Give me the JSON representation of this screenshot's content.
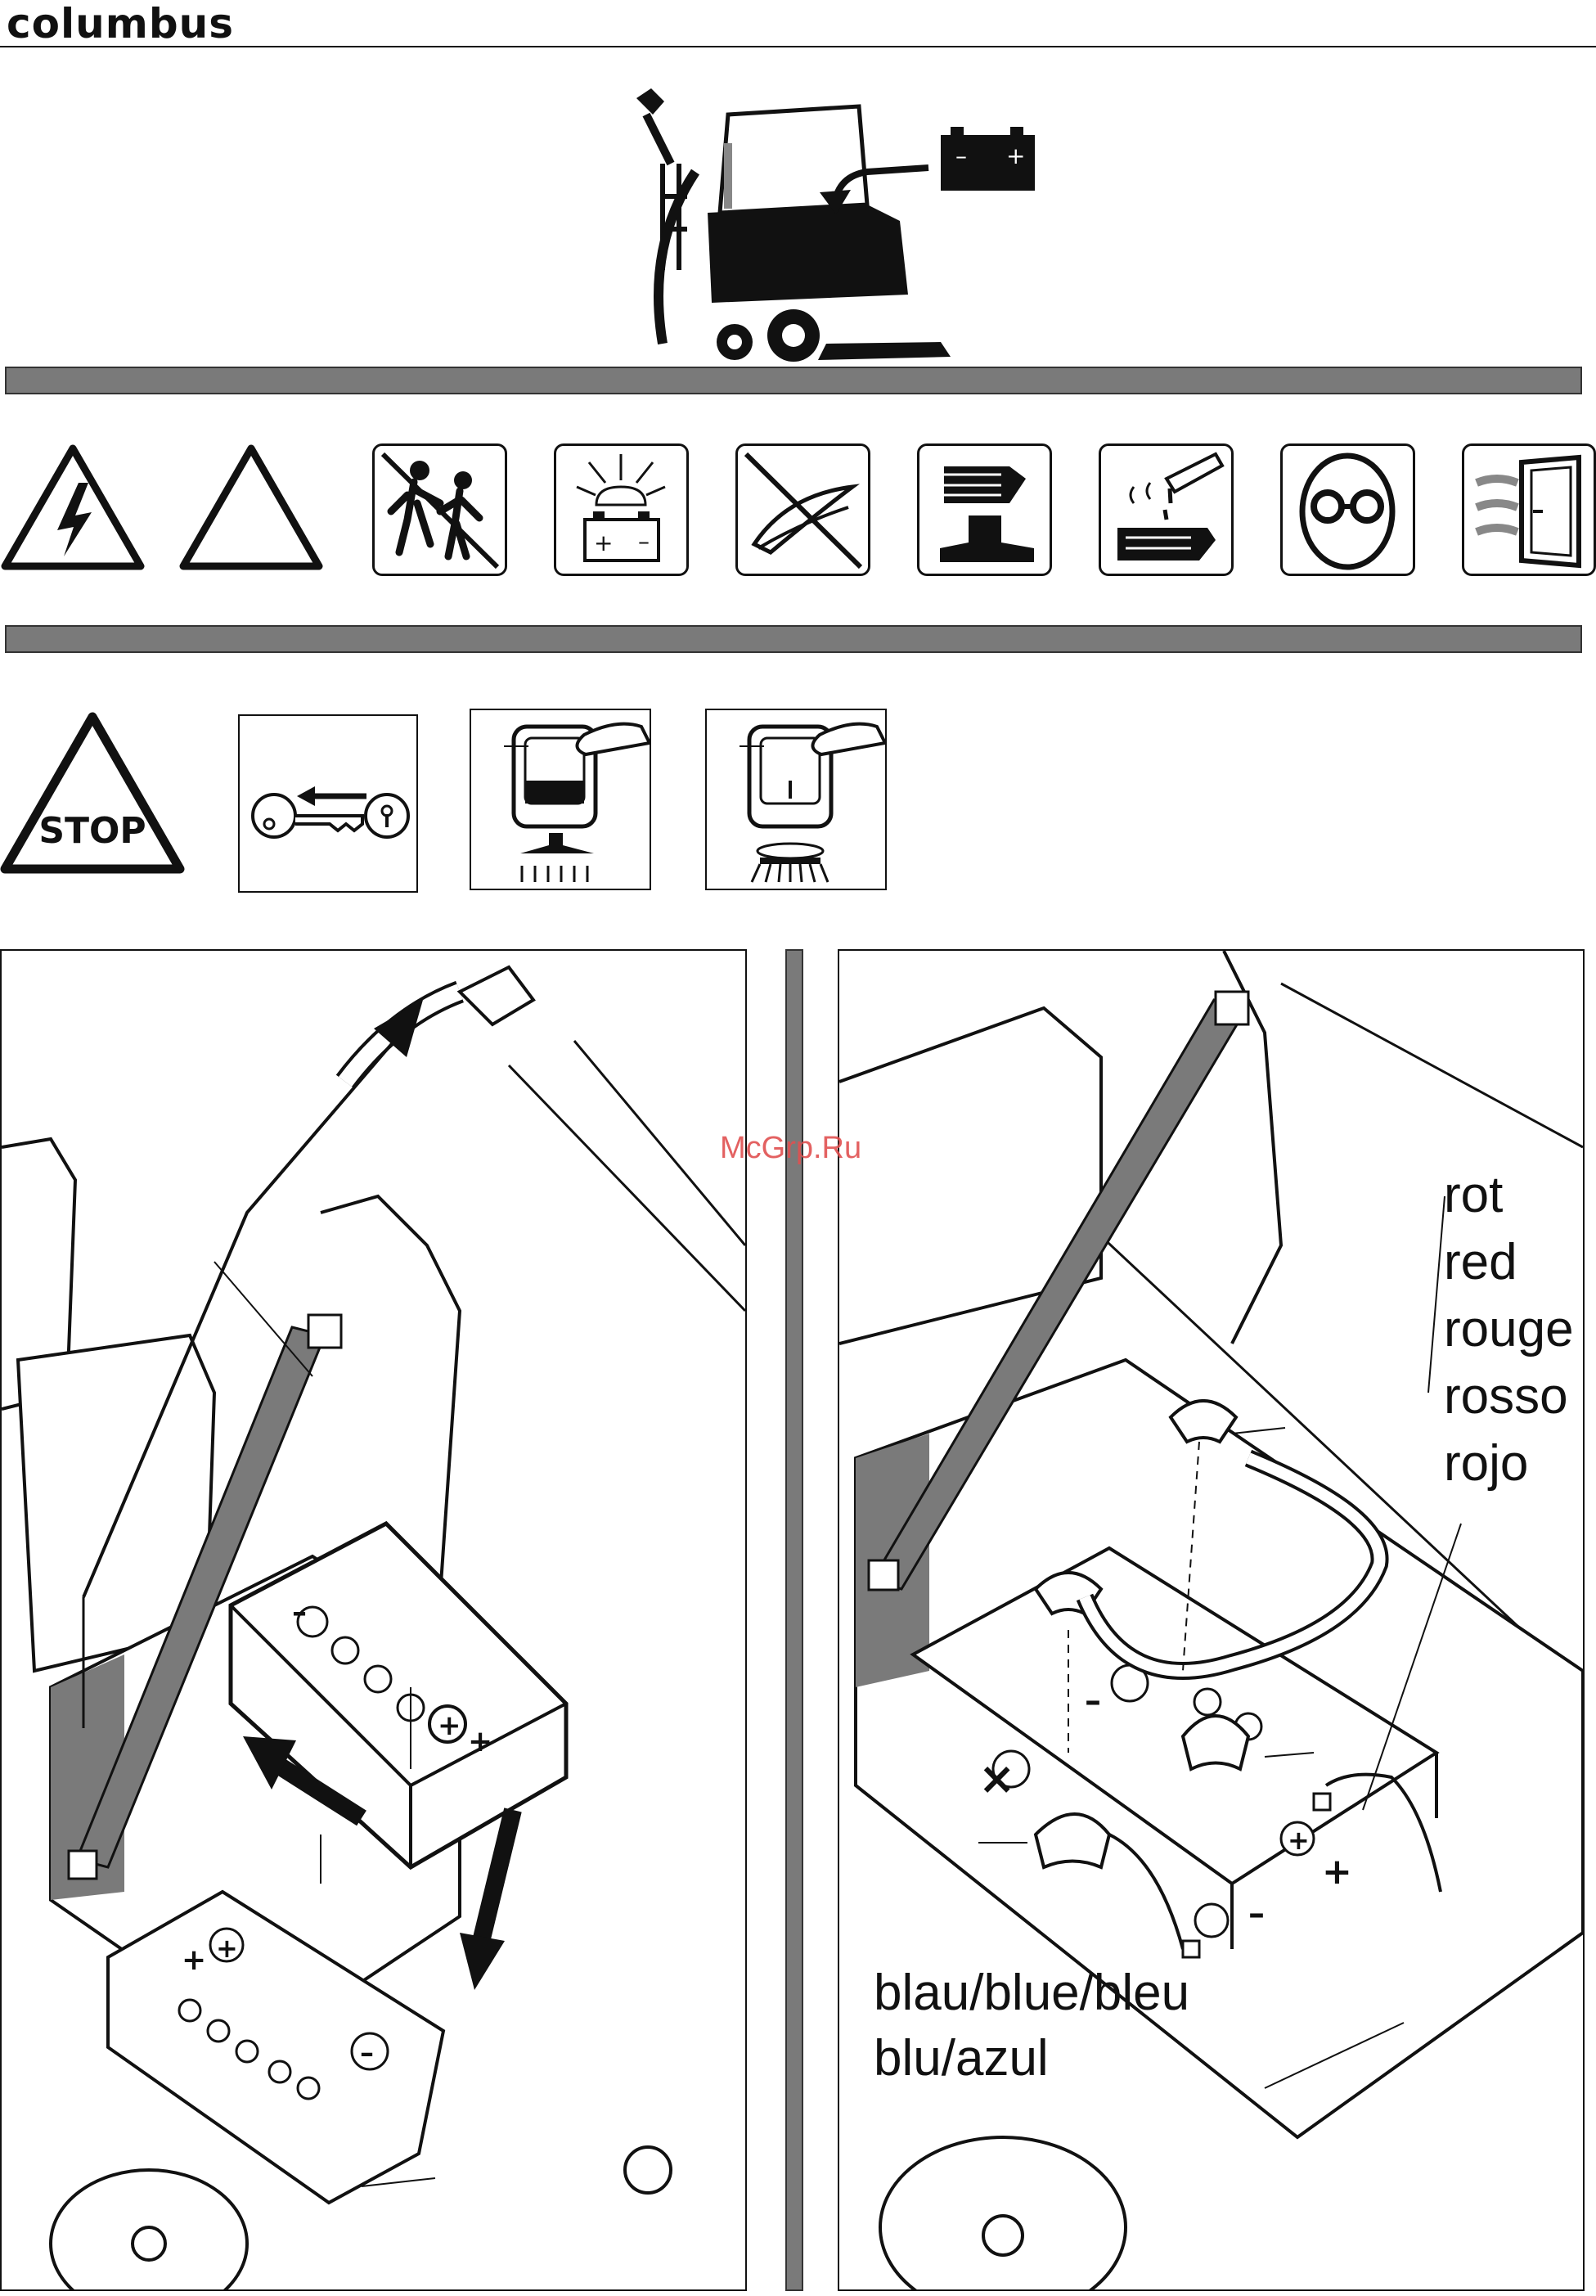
{
  "header": {
    "brand": "columbus"
  },
  "watermark": "McGrp.Ru",
  "stop_sign": {
    "text": "STOP"
  },
  "battery_terminals": {
    "minus": "–",
    "plus": "+"
  },
  "labels": {
    "red_cable": [
      "rot",
      "red",
      "rouge",
      "rosso",
      "rojo"
    ],
    "blue_cable": [
      "blau/blue/bleu",
      "blu/azul"
    ]
  },
  "colors": {
    "separator_bar": "#7a7a7a",
    "ink": "#111111",
    "watermark": "#e05050"
  },
  "warning_icons": [
    "electric-hazard-icon",
    "warning-triangle-icon",
    "no-children-icon",
    "battery-explosion-icon",
    "no-open-flame-icon",
    "protective-gloves-boots-icon",
    "acid-burn-icon",
    "safety-goggles-icon",
    "ventilation-icon"
  ],
  "procedure_icons": [
    "stop-icon",
    "remove-key-icon",
    "suction-switch-off-icon",
    "brush-switch-off-icon"
  ]
}
